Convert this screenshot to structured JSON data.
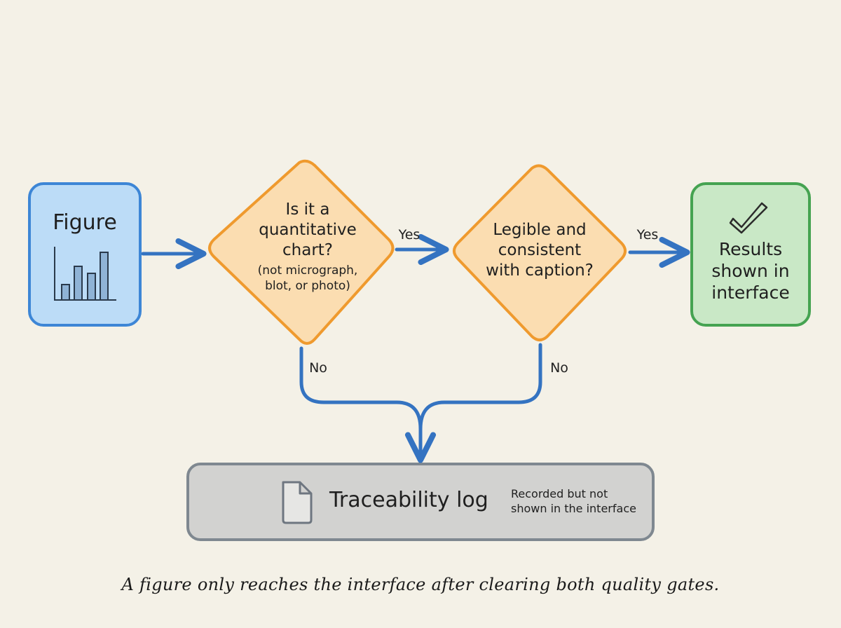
{
  "figure": {
    "title": "Figure"
  },
  "decision1": {
    "lines": [
      "Is it a",
      "quantitative",
      "chart?"
    ],
    "sub": [
      "(not micrograph,",
      "blot, or photo)"
    ]
  },
  "decision2": {
    "lines": [
      "Legible and",
      "consistent",
      "with caption?"
    ]
  },
  "edges": {
    "yes1": "Yes",
    "yes2": "Yes",
    "no1": "No",
    "no2": "No"
  },
  "results": {
    "lines": [
      "Results",
      "shown in",
      "interface"
    ]
  },
  "log": {
    "title": "Traceability log",
    "note": [
      "Recorded but not",
      "shown in the interface"
    ]
  },
  "caption": "A figure only reaches the interface after clearing both quality gates.",
  "colors": {
    "figure_fill": "#bcdcf7",
    "figure_stroke": "#3d86d6",
    "decision_fill": "#fbddb1",
    "decision_stroke": "#ef9a2e",
    "results_fill": "#c9e8c6",
    "results_stroke": "#45a351",
    "log_fill": "#d2d2d0",
    "log_stroke": "#7f8890",
    "arrow": "#3473c1"
  },
  "icons": [
    "bar-chart-icon",
    "checkmark-icon",
    "document-icon"
  ]
}
